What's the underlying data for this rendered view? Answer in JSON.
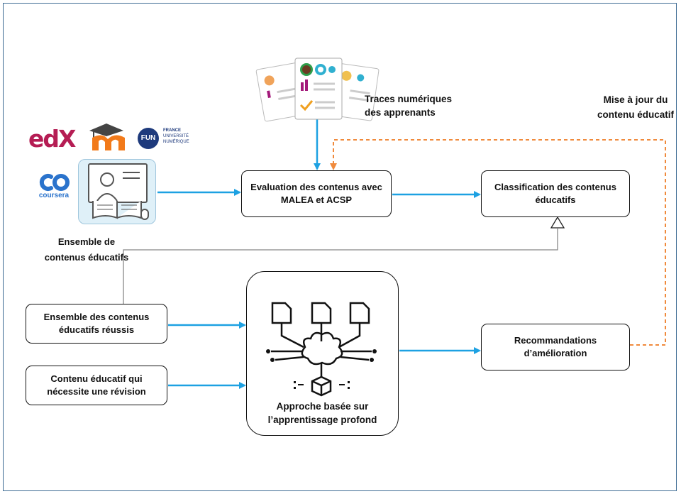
{
  "platforms": {
    "edx": "edX",
    "fun": "FUN",
    "fun_line1": "FRANCE",
    "fun_line2": "UNIVERSITÉ",
    "fun_line3": "NUMÉRIQUE",
    "coursera": "coursera"
  },
  "labels": {
    "content_set": "Ensemble de contenus éducatifs",
    "traces": "Traces numériques des apprenants",
    "update": "Mise à jour du contenu éducatif"
  },
  "boxes": {
    "evaluation": "Evaluation des contenus avec MALEA et ACSP",
    "classification": "Classification des contenus éducatifs",
    "successful": "Ensemble des contenus éducatifs  réussis",
    "revision": "Contenu éducatif qui nécessite une révision",
    "deep_learning": "Approche basée sur l’apprentissage profond",
    "recommendations": "Recommandations d’amélioration"
  },
  "colors": {
    "arrow_blue": "#1da1e2",
    "dashed_orange": "#f08a3c",
    "frame": "#3d6b93"
  }
}
